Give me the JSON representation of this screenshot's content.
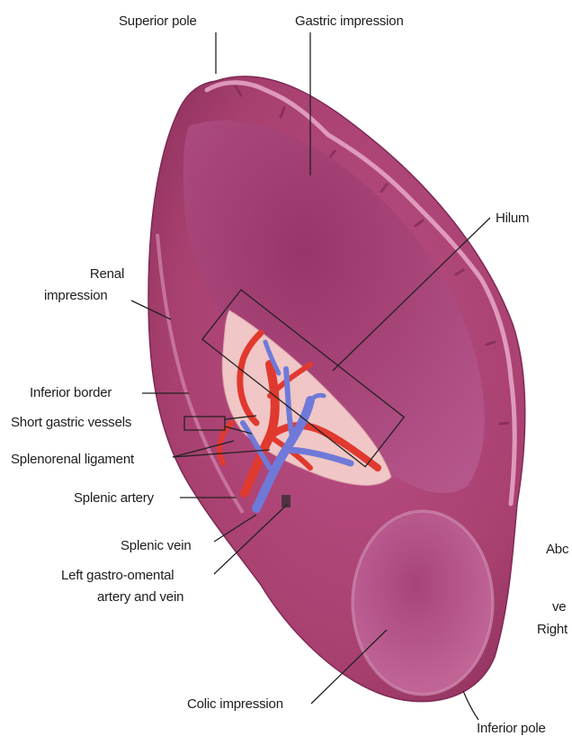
{
  "labels": {
    "superior_pole": "Superior pole",
    "gastric_impression": "Gastric impression",
    "hilum": "Hilum",
    "renal_impression_1": "Renal",
    "renal_impression_2": "impression",
    "inferior_border": "Inferior border",
    "short_gastric_vessels": "Short gastric vessels",
    "splenorenal_ligament": "Splenorenal ligament",
    "splenic_artery": "Splenic artery",
    "splenic_vein": "Splenic vein",
    "left_gastro_omental_1": "Left gastro-omental",
    "left_gastro_omental_2": "artery and vein",
    "colic_impression": "Colic impression",
    "inferior_pole": "Inferior pole",
    "cut_off_1": "Abc",
    "cut_off_2": "ve",
    "cut_off_3": "Right"
  },
  "colors": {
    "spleen_outer": "#b8457f",
    "spleen_face": "#a83a70",
    "spleen_rim_light": "#e6a3c4",
    "artery": "#e0392f",
    "vein": "#6f79d8",
    "ligament": "#f3c7c7",
    "leader_line": "#222222"
  }
}
